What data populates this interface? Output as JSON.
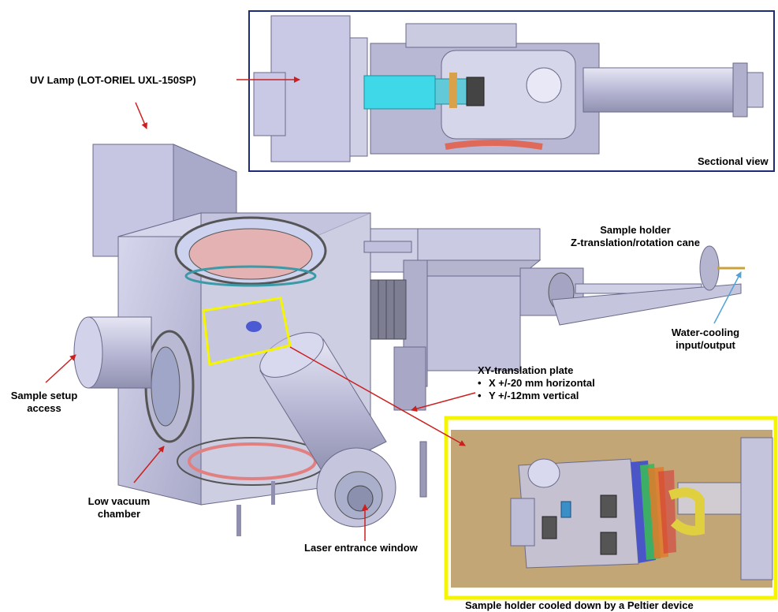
{
  "labels": {
    "uv_lamp": "UV Lamp (LOT-ORIEL UXL-150SP)",
    "sectional_view": "Sectional view",
    "sample_holder_cane_line1": "Sample holder",
    "sample_holder_cane_line2": "Z-translation/rotation cane",
    "water_cooling_line1": "Water-cooling",
    "water_cooling_line2": "input/output",
    "xy_plate_title": "XY-translation plate",
    "xy_plate_items": [
      "X +/-20 mm horizontal",
      "Y +/-12mm vertical"
    ],
    "sample_setup_line1": "Sample setup",
    "sample_setup_line2": "access",
    "low_vacuum_line1": "Low vacuum",
    "low_vacuum_line2": "chamber",
    "laser_window": "Laser entrance window",
    "peltier_caption": "Sample holder cooled down by a Peltier device"
  },
  "colors": {
    "arrow": "#cc1f1f",
    "highlight": "#f5f500",
    "metal": "#c3c3dd",
    "metal_dark": "#8a8aa8",
    "cyan_lamp": "#3fd8e8",
    "wood": "#c3a676",
    "water_line": "#4fa3d8"
  }
}
